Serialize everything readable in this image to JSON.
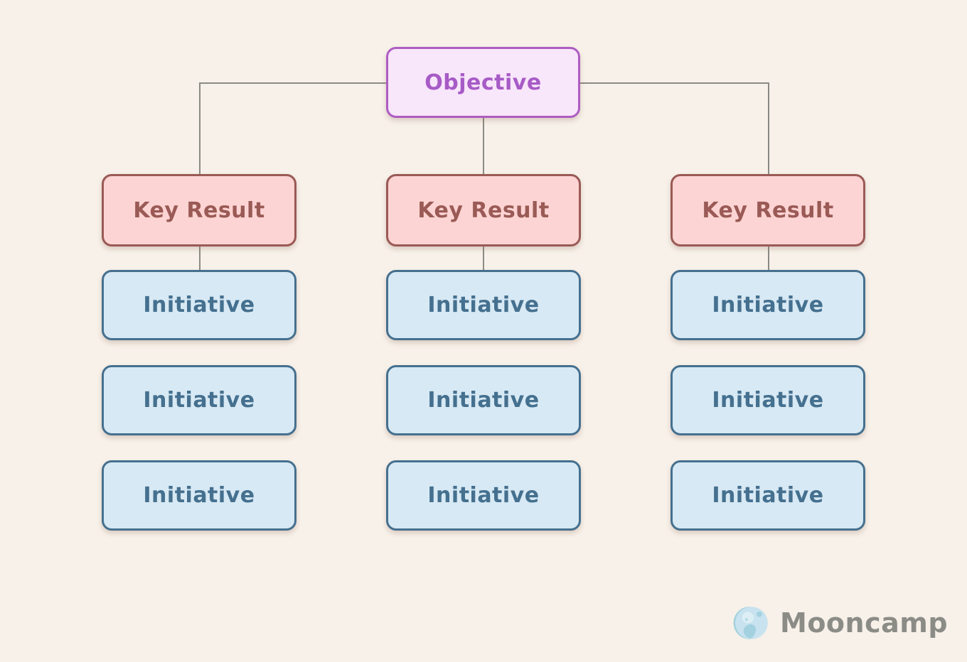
{
  "diagram": {
    "objective": {
      "label": "Objective"
    },
    "columns": [
      {
        "key_result": {
          "label": "Key Result"
        },
        "initiatives": [
          {
            "label": "Initiative"
          },
          {
            "label": "Initiative"
          },
          {
            "label": "Initiative"
          }
        ]
      },
      {
        "key_result": {
          "label": "Key Result"
        },
        "initiatives": [
          {
            "label": "Initiative"
          },
          {
            "label": "Initiative"
          },
          {
            "label": "Initiative"
          }
        ]
      },
      {
        "key_result": {
          "label": "Key Result"
        },
        "initiatives": [
          {
            "label": "Initiative"
          },
          {
            "label": "Initiative"
          },
          {
            "label": "Initiative"
          }
        ]
      }
    ],
    "colors": {
      "background": "#f7f1e9",
      "objective_fill": "#f8e6fa",
      "objective_border": "#ae5cc3",
      "objective_text": "#a75bc6",
      "key_result_fill": "#fcd4d3",
      "key_result_border": "#9a5a55",
      "key_result_text": "#9a5a55",
      "initiative_fill": "#d7e9f4",
      "initiative_border": "#45708f",
      "initiative_text": "#45708f",
      "connector": "#8b8a84"
    }
  },
  "branding": {
    "logo_icon": "moon-icon",
    "logo_text": "Mooncamp",
    "logo_text_color": "#8c8c87",
    "moon_colors": {
      "base": "#c8e3ef",
      "shade": "#a3d1e0",
      "crater_light": "#ddeff5"
    }
  }
}
